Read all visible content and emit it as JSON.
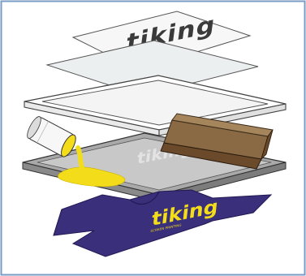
{
  "logo": {
    "wordmark": "tiking",
    "tagline": "SCREEN PRINTING"
  },
  "colors": {
    "frame_border": "#7a9cc4",
    "outline": "#4a4a4a",
    "film_fill": "#f7f7f7",
    "glass_fill": "#eceff0",
    "frame_fill": "#ffffff",
    "screen_frame": "#a9a9a9",
    "mesh": "#c8c8c8",
    "squeegee_blade": "#6b4a2b",
    "squeegee_handle": "#8a6a45",
    "ink_yellow": "#f3dd1a",
    "shirt_navy": "#3a2f7a",
    "shirt_print": "#f3dd1a",
    "can_body": "#f7f7f7"
  },
  "layers": [
    {
      "name": "film-positive"
    },
    {
      "name": "glass-plate"
    },
    {
      "name": "exposure-frame"
    },
    {
      "name": "screen-frame"
    },
    {
      "name": "squeegee"
    },
    {
      "name": "ink-can"
    },
    {
      "name": "t-shirt"
    }
  ]
}
